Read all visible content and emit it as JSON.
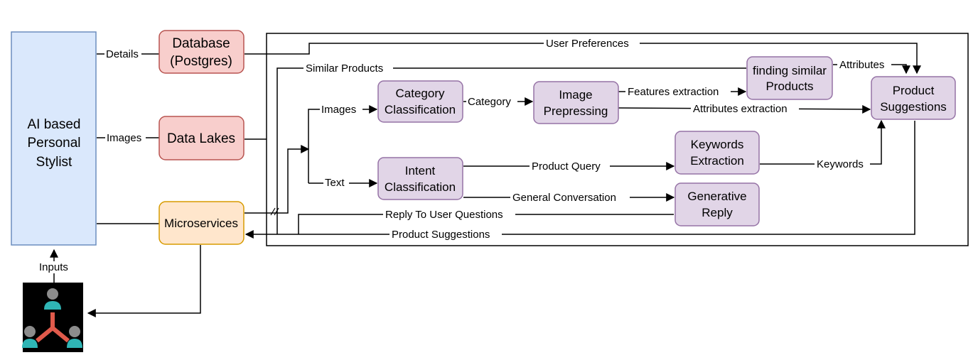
{
  "nodes": {
    "stylist": {
      "lines": [
        "AI based",
        "Personal",
        "Stylist"
      ]
    },
    "database": {
      "lines": [
        "Database",
        "(Postgres)"
      ]
    },
    "datalakes": {
      "lines": [
        "Data Lakes"
      ]
    },
    "microservices": {
      "lines": [
        "Microservices"
      ]
    },
    "category": {
      "lines": [
        "Category",
        "Classification"
      ]
    },
    "image_prep": {
      "lines": [
        "Image",
        "Prepressing"
      ]
    },
    "similar": {
      "lines": [
        "finding similar",
        "Products"
      ]
    },
    "product_suggestions": {
      "lines": [
        "Product",
        "Suggestions"
      ]
    },
    "intent": {
      "lines": [
        "Intent",
        "Classification"
      ]
    },
    "keywords": {
      "lines": [
        "Keywords",
        "Extraction"
      ]
    },
    "generative": {
      "lines": [
        "Generative",
        "Reply"
      ]
    }
  },
  "edges": {
    "details": "Details",
    "images_left": "Images",
    "inputs": "Inputs",
    "user_preferences": "User Preferences",
    "similar_products": "Similar Products",
    "attributes": "Attributes",
    "images_branch": "Images",
    "category": "Category",
    "features_extraction": "Features extraction",
    "attributes_extraction": "Attributes extraction",
    "text_branch": "Text",
    "product_query": "Product Query",
    "keywords": "Keywords",
    "general_conversation": "General Conversation",
    "reply_to_user": "Reply To User Questions",
    "product_suggestions_back": "Product Suggestions"
  },
  "colors": {
    "stylist_fill": "#dae8fc",
    "stylist_stroke": "#6c8ebf",
    "db_fill": "#f8cecc",
    "db_stroke": "#b85450",
    "micro_fill": "#ffe6cc",
    "micro_stroke": "#d79b00",
    "process_fill": "#e1d5e7",
    "process_stroke": "#9673a6",
    "user_teal": "#2fb5b5",
    "user_grey": "#8c8c8c",
    "user_red": "#e05a4b"
  },
  "icons": {
    "users": "users-network-icon"
  }
}
